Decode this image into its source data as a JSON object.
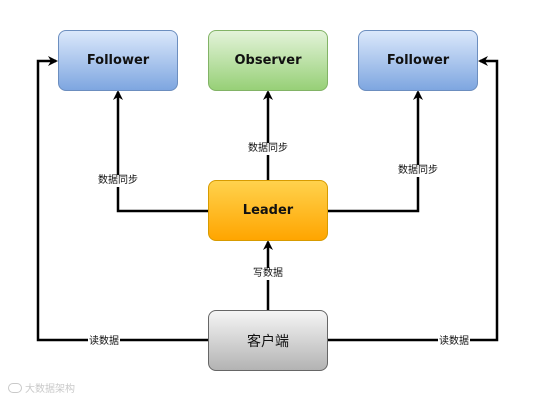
{
  "nodes": {
    "follower_left": "Follower",
    "observer": "Observer",
    "follower_right": "Follower",
    "leader": "Leader",
    "client": "客户端"
  },
  "edge_labels": {
    "sync_left": "数据同步",
    "sync_center": "数据同步",
    "sync_right": "数据同步",
    "write": "写数据",
    "read_left": "读数据",
    "read_right": "读数据"
  },
  "watermark": "大数据架构",
  "colors": {
    "follower": "#7ea6e0",
    "observer": "#97d077",
    "leader": "#ffa500",
    "client": "#b3b3b3",
    "edge": "#000000"
  }
}
